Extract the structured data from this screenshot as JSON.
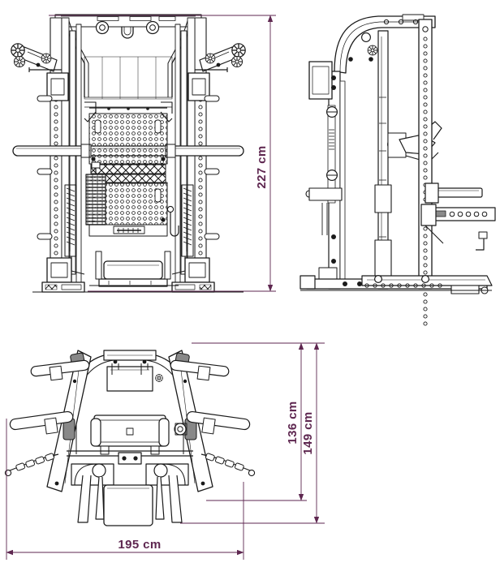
{
  "drawing": {
    "title": "Multi-function Smith Machine / Functional Trainer — Dimensioned Technical Drawing",
    "background_color": "#ffffff",
    "line_color": "#1a1a1a",
    "dimension_color": "#5e2750",
    "units": "cm",
    "views": [
      {
        "id": "front",
        "name": "front-elevation-view"
      },
      {
        "id": "side",
        "name": "side-elevation-view"
      },
      {
        "id": "top",
        "name": "top-plan-view"
      }
    ]
  },
  "dimensions": {
    "height": {
      "label": "227 cm",
      "value": 227,
      "unit": "cm",
      "orientation": "vertical",
      "view": "front"
    },
    "depth_inner": {
      "label": "136 cm",
      "value": 136,
      "unit": "cm",
      "orientation": "vertical",
      "view": "top"
    },
    "depth_outer": {
      "label": "149 cm",
      "value": 149,
      "unit": "cm",
      "orientation": "vertical",
      "view": "top"
    },
    "width": {
      "label": "195 cm",
      "value": 195,
      "unit": "cm",
      "orientation": "horizontal",
      "view": "top"
    }
  }
}
